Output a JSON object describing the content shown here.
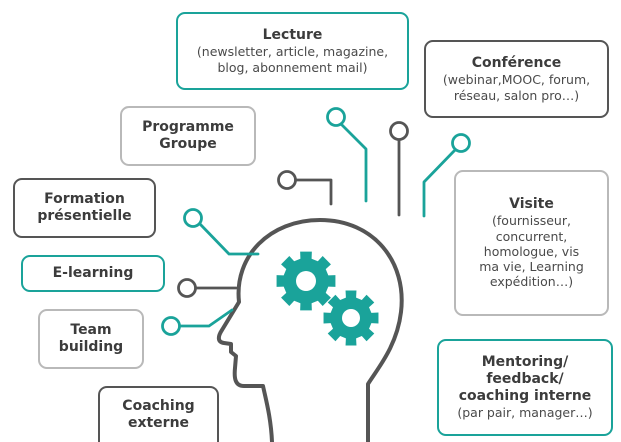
{
  "colors": {
    "teal": "#1aa39a",
    "dark": "#555555",
    "grey": "#b9b9b9",
    "text": "#3c3c3c"
  },
  "icons": [
    "head-silhouette-icon",
    "gear-large-icon",
    "gear-small-icon"
  ],
  "nodes": {
    "lecture": {
      "title": "Lecture",
      "desc": "(newsletter, article, magazine,\nblog, abonnement mail)"
    },
    "conference": {
      "title": "Conférence",
      "desc": "(webinar,MOOC, forum,\nréseau, salon pro…)"
    },
    "programme": {
      "title": "Programme\nGroupe"
    },
    "visite": {
      "title": "Visite",
      "desc": "(fournisseur,\nconcurrent,\nhomologue, vis\nma vie, Learning\nexpédition…)"
    },
    "formation": {
      "title": "Formation\nprésentielle"
    },
    "elearning": {
      "title": "E-learning"
    },
    "team": {
      "title": "Team\nbuilding"
    },
    "mentoring": {
      "title": "Mentoring/\nfeedback/\ncoaching interne",
      "desc": "(par pair, manager…)"
    },
    "coaching": {
      "title": "Coaching\nexterne"
    }
  }
}
